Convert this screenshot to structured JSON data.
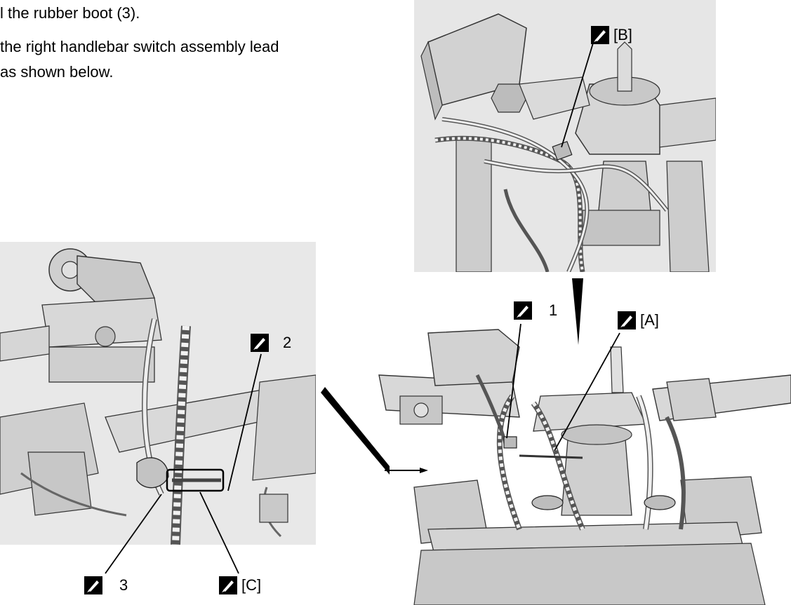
{
  "instructions": {
    "line1": "l the rubber boot (3).",
    "line2": "the right handlebar switch assembly lead",
    "line3": "as shown below."
  },
  "callouts": {
    "b": "[B]",
    "one": "1",
    "a": "[A]",
    "two": "2",
    "three": "3",
    "c": "[C]"
  },
  "icons": {
    "tool": "tool-mark-icon"
  }
}
